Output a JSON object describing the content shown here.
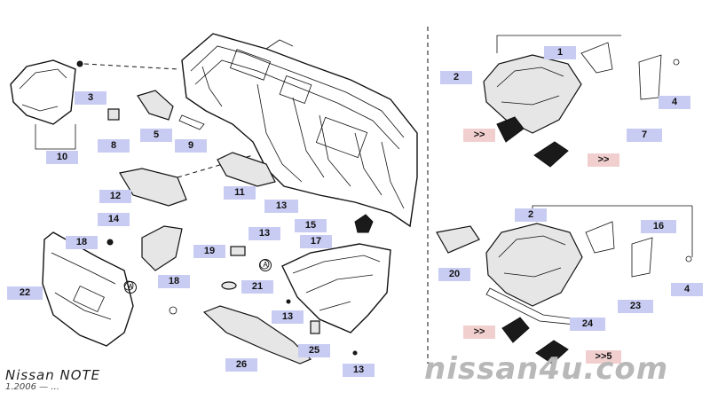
{
  "diagram": {
    "header": {
      "model": "Nissan NOTE",
      "date": "1.2006 — ..."
    },
    "watermark": "nissan4u.com",
    "callouts": [
      {
        "id": "c1",
        "text": "1"
      },
      {
        "id": "c2",
        "text": "2"
      },
      {
        "id": "c3",
        "text": "3"
      },
      {
        "id": "c4",
        "text": "4"
      },
      {
        "id": "c5",
        "text": "5"
      },
      {
        "id": "c7",
        "text": "7"
      },
      {
        "id": "c8",
        "text": "8"
      },
      {
        "id": "c9",
        "text": "9"
      },
      {
        "id": "c10",
        "text": "10"
      },
      {
        "id": "c11",
        "text": "11"
      },
      {
        "id": "c12",
        "text": "12"
      },
      {
        "id": "c13a",
        "text": "13"
      },
      {
        "id": "c14",
        "text": "14"
      },
      {
        "id": "c15",
        "text": "15"
      },
      {
        "id": "c2b",
        "text": "2"
      },
      {
        "id": "c16",
        "text": "16"
      },
      {
        "id": "c17",
        "text": "17"
      },
      {
        "id": "c18a",
        "text": "18"
      },
      {
        "id": "c13b",
        "text": "13"
      },
      {
        "id": "c19",
        "text": "19"
      },
      {
        "id": "c20",
        "text": "20"
      },
      {
        "id": "c21",
        "text": "21"
      },
      {
        "id": "c18b",
        "text": "18"
      },
      {
        "id": "c22",
        "text": "22"
      },
      {
        "id": "c23",
        "text": "23"
      },
      {
        "id": "c4b",
        "text": "4"
      },
      {
        "id": "c13c",
        "text": "13"
      },
      {
        "id": "c24",
        "text": "24"
      },
      {
        "id": "c25",
        "text": "25"
      },
      {
        "id": "c26",
        "text": "26"
      },
      {
        "id": "c13d",
        "text": "13"
      }
    ],
    "arrow_callouts": [
      {
        "id": "r1",
        "text": ">>"
      },
      {
        "id": "r2",
        "text": ">>"
      },
      {
        "id": "r3",
        "text": ">>"
      },
      {
        "id": "r4",
        "text": ">>5"
      }
    ],
    "markers": [
      {
        "id": "m1",
        "text": "A"
      },
      {
        "id": "m2",
        "text": "A"
      }
    ]
  }
}
